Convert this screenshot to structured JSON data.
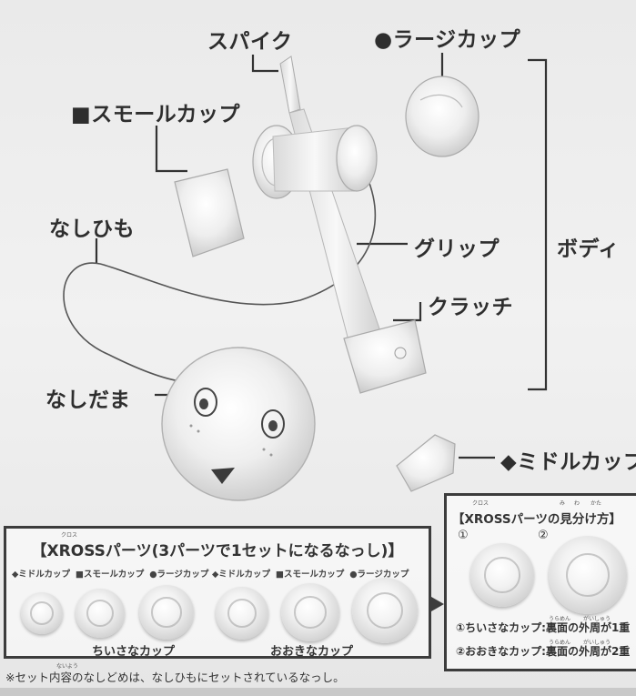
{
  "labels": {
    "spike": "スパイク",
    "large_cup": "●ラージカップ",
    "small_cup": "■スモールカップ",
    "string": "なしひも",
    "grip": "グリップ",
    "body": "ボディ",
    "clutch": "クラッチ",
    "ball": "なしだま",
    "middle_cup": "◆ミドルカップ"
  },
  "parts_panel": {
    "title": "【XROSSパーツ(3パーツで1セットになるなっし)】",
    "ruby_cross": "クロス",
    "legend_left": [
      "◆ミドルカップ",
      "■スモールカップ",
      "●ラージカップ"
    ],
    "legend_right": [
      "◆ミドルカップ",
      "■スモールカップ",
      "●ラージカップ"
    ],
    "small_label": "ちいさなカップ",
    "large_label": "おおきなカップ"
  },
  "guide": {
    "title": "【XROSSパーツの見分け方】",
    "ruby_cross": "クロス",
    "ruby_mi": "み",
    "ruby_wa": "わ",
    "ruby_kata": "かた",
    "num1": "①",
    "num2": "②",
    "ruby_uramen1": "うらめん",
    "ruby_gaishu1": "がいしゅう",
    "line1": "①ちいさなカップ:裏面の外周が1重",
    "ruby_uramen2": "うらめん",
    "ruby_gaishu2": "がいしゅう",
    "line2": "②おおきなカップ:裏面の外周が2重"
  },
  "footnote": {
    "ruby": "ないよう",
    "text": "※セット内容のなしどめは、なしひもにセットされているなっし。"
  }
}
